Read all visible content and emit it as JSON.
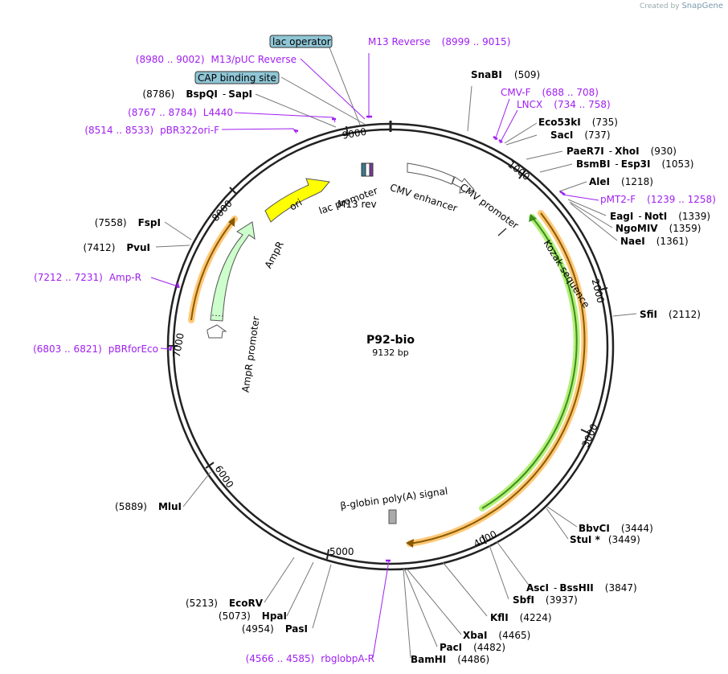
{
  "credit": {
    "prefix": "Created by",
    "brand": "SnapGene"
  },
  "plasmid": {
    "name": "P92-bio",
    "length_label": "9132 bp",
    "length": 9132
  },
  "ticks": [
    "1000",
    "2000",
    "3000",
    "4000",
    "5000",
    "6000",
    "7000",
    "8000",
    "9000"
  ],
  "sites": [
    {
      "name": "SnaBI",
      "pos": "(509)"
    },
    {
      "name": "Eco53kI",
      "pos": "(735)"
    },
    {
      "name": "SacI",
      "pos": "(737)"
    },
    {
      "name": "PaeR7I",
      "name2": "XhoI",
      "pos": "(930)"
    },
    {
      "name": "BsmBI",
      "name2": "Esp3I",
      "pos": "(1053)"
    },
    {
      "name": "AleI",
      "pos": "(1218)"
    },
    {
      "name": "EagI",
      "name2": "NotI",
      "pos": "(1339)"
    },
    {
      "name": "NgoMIV",
      "pos": "(1359)"
    },
    {
      "name": "NaeI",
      "pos": "(1361)"
    },
    {
      "name": "SfiI",
      "pos": "(2112)"
    },
    {
      "name": "BbvCI",
      "pos": "(3444)"
    },
    {
      "name": "StuI *",
      "pos": "(3449)"
    },
    {
      "name": "AscI",
      "name2": "BssHII",
      "pos": "(3847)"
    },
    {
      "name": "SbfI",
      "pos": "(3937)"
    },
    {
      "name": "KflI",
      "pos": "(4224)"
    },
    {
      "name": "XbaI",
      "pos": "(4465)"
    },
    {
      "name": "PacI",
      "pos": "(4482)"
    },
    {
      "name": "BamHI",
      "pos": "(4486)"
    },
    {
      "name": "PasI",
      "pos": "(4954)"
    },
    {
      "name": "HpaI",
      "pos": "(5073)"
    },
    {
      "name": "EcoRV",
      "pos": "(5213)"
    },
    {
      "name": "MluI",
      "pos": "(5889)"
    },
    {
      "name": "PvuI",
      "pos": "(7412)"
    },
    {
      "name": "FspI",
      "pos": "(7558)"
    },
    {
      "name": "BspQI",
      "name2": "SapI",
      "pos": "(8786)"
    }
  ],
  "primers": [
    {
      "name": "M13 Reverse",
      "range": "(8999 .. 9015)"
    },
    {
      "name": "M13/pUC Reverse",
      "range": "(8980 .. 9002)"
    },
    {
      "name": "L4440",
      "range": "(8767 .. 8784)"
    },
    {
      "name": "pBR322ori-F",
      "range": "(8514 .. 8533)"
    },
    {
      "name": "CMV-F",
      "range": "(688 .. 708)"
    },
    {
      "name": "LNCX",
      "range": "(734 .. 758)"
    },
    {
      "name": "pMT2-F",
      "range": "(1239 .. 1258)"
    },
    {
      "name": "Amp-R",
      "range": "(7212 .. 7231)"
    },
    {
      "name": "pBRforEco",
      "range": "(6803 .. 6821)"
    },
    {
      "name": "rbglobpA-R",
      "range": "(4566 .. 4585)"
    }
  ],
  "boxed_labels": {
    "lac_operator": "lac operator",
    "cap_site": "CAP binding site"
  },
  "features": {
    "ori": "ori",
    "ampr": "AmpR",
    "ampr_promoter": "AmpR promoter",
    "lac_promoter": "lac promoter",
    "m13_rev": "M13 rev",
    "cmv_enhancer": "CMV enhancer",
    "cmv_promoter": "CMV promoter",
    "kozak": "Kozak sequence",
    "globin_prefix": "β",
    "globin_rest": "-globin poly(A) signal"
  },
  "colors": {
    "backbone": "#222222",
    "ori": "#ffff00",
    "ampr": "#ccffcc",
    "orf_green": "#3c8c1e",
    "orf_green_glow": "#b5f07a",
    "orf_orange": "#8a5a00",
    "orf_orange_glow": "#ffc878",
    "primer": "#a020f0",
    "boxed_bg": "#8fc6d6"
  }
}
